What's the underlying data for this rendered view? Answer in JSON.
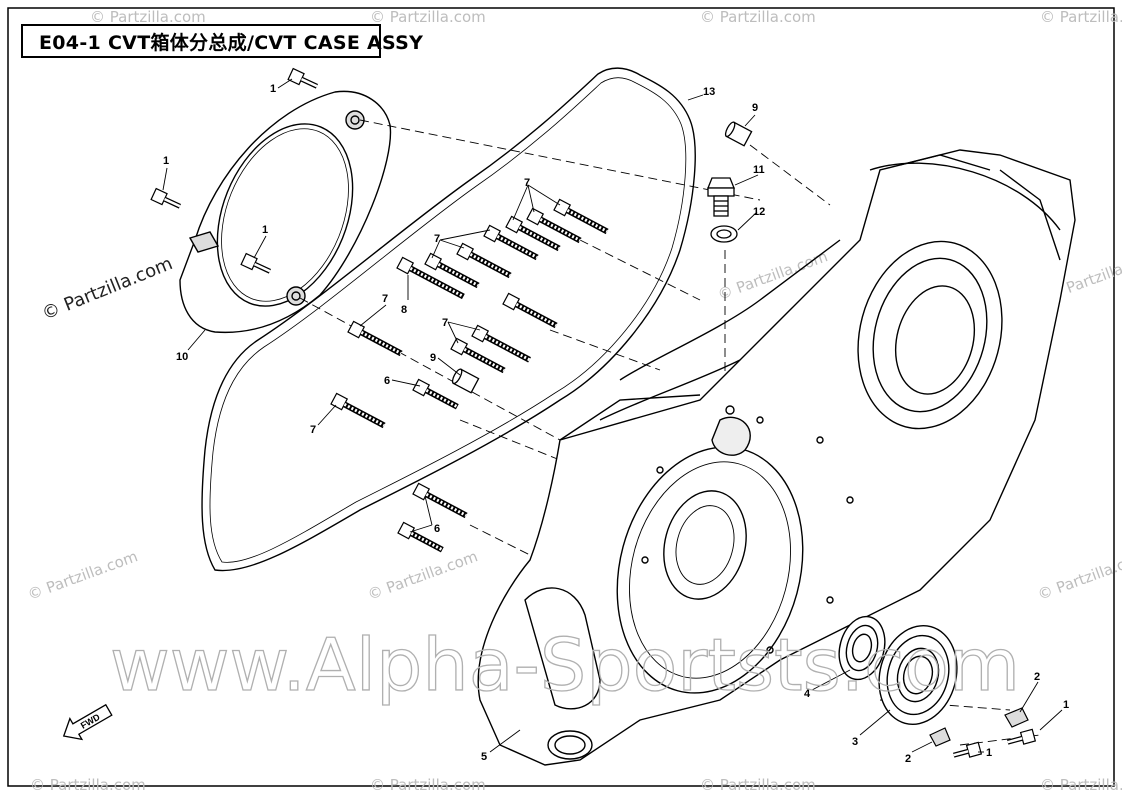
{
  "title": "E04-1 CVT箱体分总成/CVT CASE ASSY",
  "watermark_small": "© Partzilla.com",
  "watermark_large": "www.Alpha-Sportsts.com",
  "fwd_label": "FWD",
  "callouts": {
    "c1a": "1",
    "c1b": "1",
    "c1c": "1",
    "c1d": "1",
    "c1e": "1",
    "c2a": "2",
    "c2b": "2",
    "c3": "3",
    "c4": "4",
    "c5": "5",
    "c6a": "6",
    "c6b": "6",
    "c7a": "7",
    "c7b": "7",
    "c7c": "7",
    "c7d": "7",
    "c7e": "7",
    "c8": "8",
    "c9a": "9",
    "c9b": "9",
    "c10": "10",
    "c11": "11",
    "c12": "12",
    "c13": "13"
  },
  "icons": {
    "fwd": "forward-arrow-icon"
  }
}
